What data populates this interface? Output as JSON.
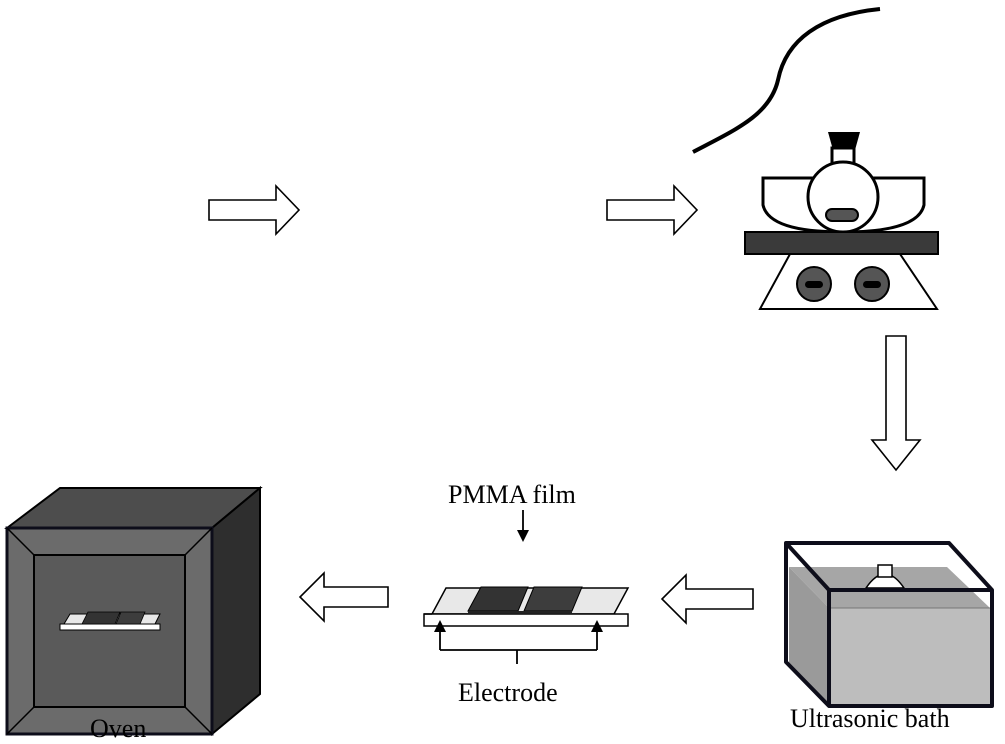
{
  "labels": {
    "pmma_film": "PMMA film",
    "electrode": "Electrode",
    "oven": "Oven",
    "ultrasonic_bath": "Ultrasonic bath"
  },
  "colors": {
    "outline": "#000000",
    "oven_outer": "#4d4d4d",
    "oven_frame": "#6b6b6b",
    "oven_inner": "#5a5a5a",
    "oven_side": "#2e2e2e",
    "substrate": "#e8e8e8",
    "film": "#333333",
    "bath_liquid": "#a0a0a0",
    "bath_front": "#bdbdbd",
    "stirrer_plate": "#3a3a3a",
    "stirrer_base": "#ffffff",
    "knob": "#555555"
  }
}
